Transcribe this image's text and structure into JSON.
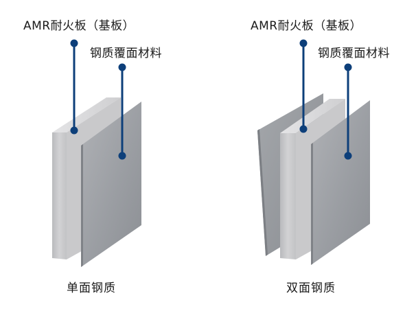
{
  "colors": {
    "pin": "#0d3f7a",
    "steel_front": "#9ea1a6",
    "core_face": "#c4c4c6",
    "text": "#1a1a1a"
  },
  "panels": [
    {
      "substrate_label": "AMR耐火板（基板）",
      "cover_label": "钢质覆面材料",
      "caption": "单面钢质"
    },
    {
      "substrate_label": "AMR耐火板（基板）",
      "cover_label": "钢质覆面材料",
      "caption": "双面钢质"
    }
  ]
}
